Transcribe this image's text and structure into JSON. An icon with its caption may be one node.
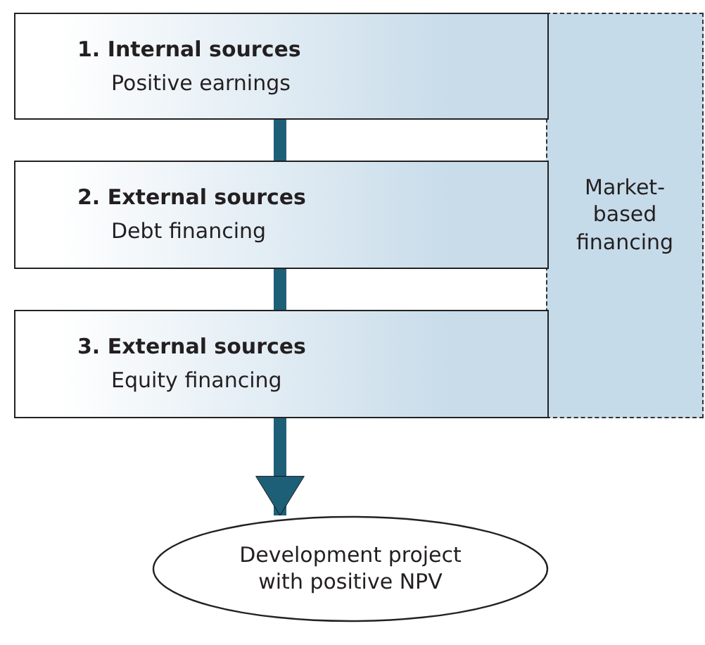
{
  "diagram": {
    "nodes": [
      {
        "text": [
          "1. Internal sources",
          "Positive earnings"
        ]
      },
      {
        "text": [
          "2. External sources",
          "Debt financing"
        ]
      },
      {
        "text": [
          "3. External sources",
          "Equity financing"
        ]
      },
      {
        "text": [
          "Market- based financing"
        ]
      },
      {
        "text": [
          "Development project with positive NPV"
        ]
      }
    ],
    "edges": [
      {
        "from": 0,
        "to": 1,
        "arrow": "none"
      },
      {
        "from": 1,
        "to": 2,
        "arrow": "none"
      },
      {
        "from": 2,
        "to": 4,
        "arrow": "to"
      }
    ]
  }
}
